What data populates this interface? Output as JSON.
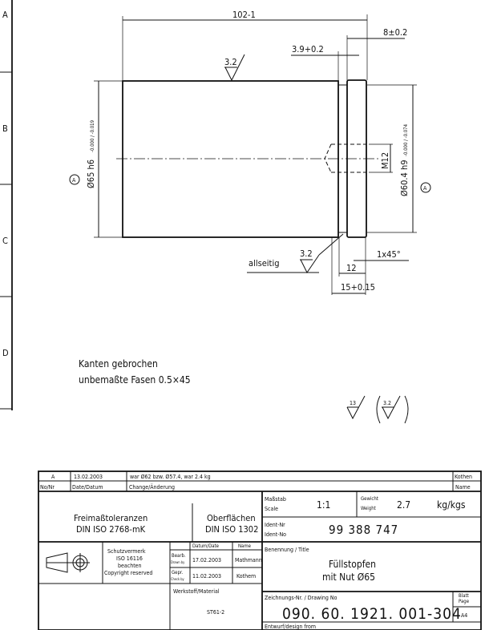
{
  "frame": {
    "zones": [
      "A",
      "B",
      "C",
      "D"
    ]
  },
  "drawing": {
    "dim_length": "102-1",
    "dim_collar": "8±0.2",
    "dim_groove": "3.9+0.2",
    "roughness_top": "3.2",
    "dim_d65": "Ø65 h6",
    "dim_d65_tol": "-0.000 / -0.019",
    "dim_d60": "Ø60.4 h9",
    "dim_d60_tol": "-0.000 / -0.074",
    "thread": "M12",
    "datum_left": "A",
    "datum_right": "A",
    "allseitig": "allseitig",
    "roughness_bottom": "3.2",
    "chamfer": "1x45°",
    "dim_12": "12",
    "dim_15": "15+0.15",
    "note_1": "Kanten gebrochen",
    "note_2": "unbemaßte Fasen 0.5×45",
    "roughness_general": "13",
    "roughness_general_bracket": "3.2"
  },
  "title_block": {
    "revision": {
      "no": "A",
      "date": "13.02.2003",
      "change": "war Ø62 bzw. Ø57.4, war 2.4 kg",
      "name": "Kothen"
    },
    "revision_header": {
      "no": "No/Nr",
      "date": "Date/Datum",
      "change": "Change/Änderung",
      "name": "Name"
    },
    "tolerances": {
      "line1": "Freimaßtoleranzen",
      "line2": "DIN ISO 2768-mK"
    },
    "surfaces": {
      "line1": "Oberflächen",
      "line2": "DIN ISO 1302"
    },
    "scale": {
      "label1": "Maßstab",
      "label2": "Scale",
      "value": "1:1"
    },
    "weight": {
      "label1": "Gewicht",
      "label2": "Weight",
      "value": "2.7",
      "unit": "kg/kgs"
    },
    "ident": {
      "label1": "Ident-Nr",
      "label2": "Ident-No",
      "value": "99 388 747"
    },
    "protection": {
      "l1": "Schutzvermerk",
      "l2": "ISO 16116",
      "l3": "beachten",
      "l4": "Copyright reserved"
    },
    "approval_header": {
      "date": "Datum/Date",
      "name": "Name"
    },
    "drawn": {
      "label1": "Bearb.",
      "label2": "Drawn by",
      "date": "17.02.2003",
      "name": "Mathmann"
    },
    "checked": {
      "label1": "Gepr.",
      "label2": "Check by",
      "date": "11.02.2003",
      "name": "Kothem"
    },
    "title_label": "Benennung / Title",
    "title_line1": "Füllstopfen",
    "title_line2": "mit Nut Ø65",
    "material_label": "Werkstoff/Material",
    "material": "ST61-2",
    "drawing_no_label": "Zeichnungs-Nr. / Drawing No",
    "drawing_no": "090. 60. 1921. 001-304",
    "page_label1": "Blatt",
    "page_label2": "Page",
    "page": "A4",
    "design_from": "Entwurf/design from"
  }
}
